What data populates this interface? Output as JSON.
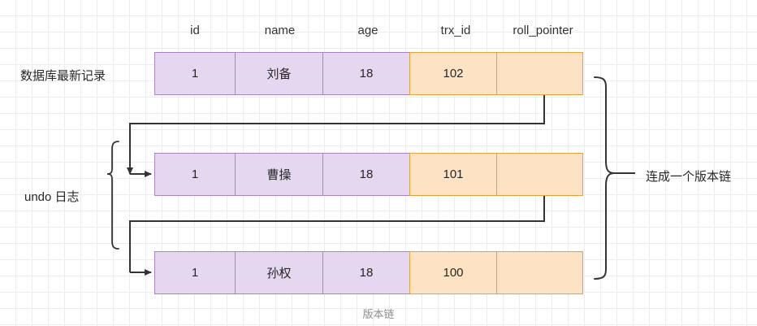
{
  "diagram": {
    "caption": "版本链",
    "columns": [
      "id",
      "name",
      "age",
      "trx_id",
      "roll_pointer"
    ],
    "labels": {
      "latest_record": "数据库最新记录",
      "undo_log": "undo 日志",
      "version_chain": "连成一个版本链"
    },
    "rows": [
      {
        "id": "1",
        "name": "刘备",
        "age": "18",
        "trx_id": "102",
        "roll_pointer": ""
      },
      {
        "id": "1",
        "name": "曹操",
        "age": "18",
        "trx_id": "101",
        "roll_pointer": ""
      },
      {
        "id": "1",
        "name": "孙权",
        "age": "18",
        "trx_id": "100",
        "roll_pointer": ""
      }
    ],
    "colors": {
      "purple_fill": "#e4d7ef",
      "purple_border": "#a884c4",
      "orange_fill": "#fde3c3",
      "orange_border": "#e4a23b",
      "connector": "#333333",
      "grid": "#ededed",
      "caption_text": "#8c8c8c"
    }
  }
}
